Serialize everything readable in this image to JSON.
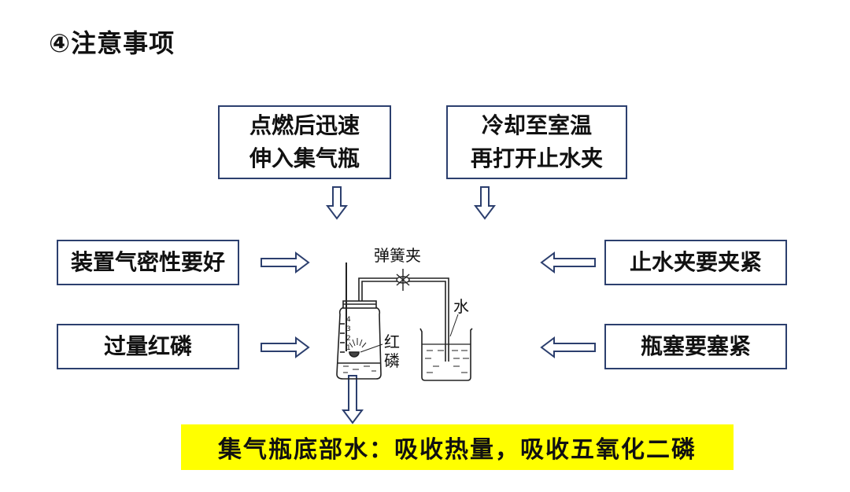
{
  "title": "④注意事项",
  "boxes": {
    "ignite": {
      "line1": "点燃后迅速",
      "line2": "伸入集气瓶"
    },
    "cool": {
      "line1": "冷却至室温",
      "line2": "再打开止水夹"
    },
    "airtight": "装置气密性要好",
    "excess": "过量红磷",
    "clamp": "止水夹要夹紧",
    "stopper": "瓶塞要塞紧"
  },
  "apparatus": {
    "clamp_label": "弹簧夹",
    "water_label": "水",
    "phosphorus_label_1": "红",
    "phosphorus_label_2": "磷",
    "scale": [
      "4",
      "3",
      "2",
      "1"
    ]
  },
  "bottom_note": "集气瓶底部水：吸收热量，吸收五氧化二磷",
  "colors": {
    "box_border": "#2c3f6e",
    "arrow": "#2c3f6e",
    "highlight": "#ffff00"
  }
}
